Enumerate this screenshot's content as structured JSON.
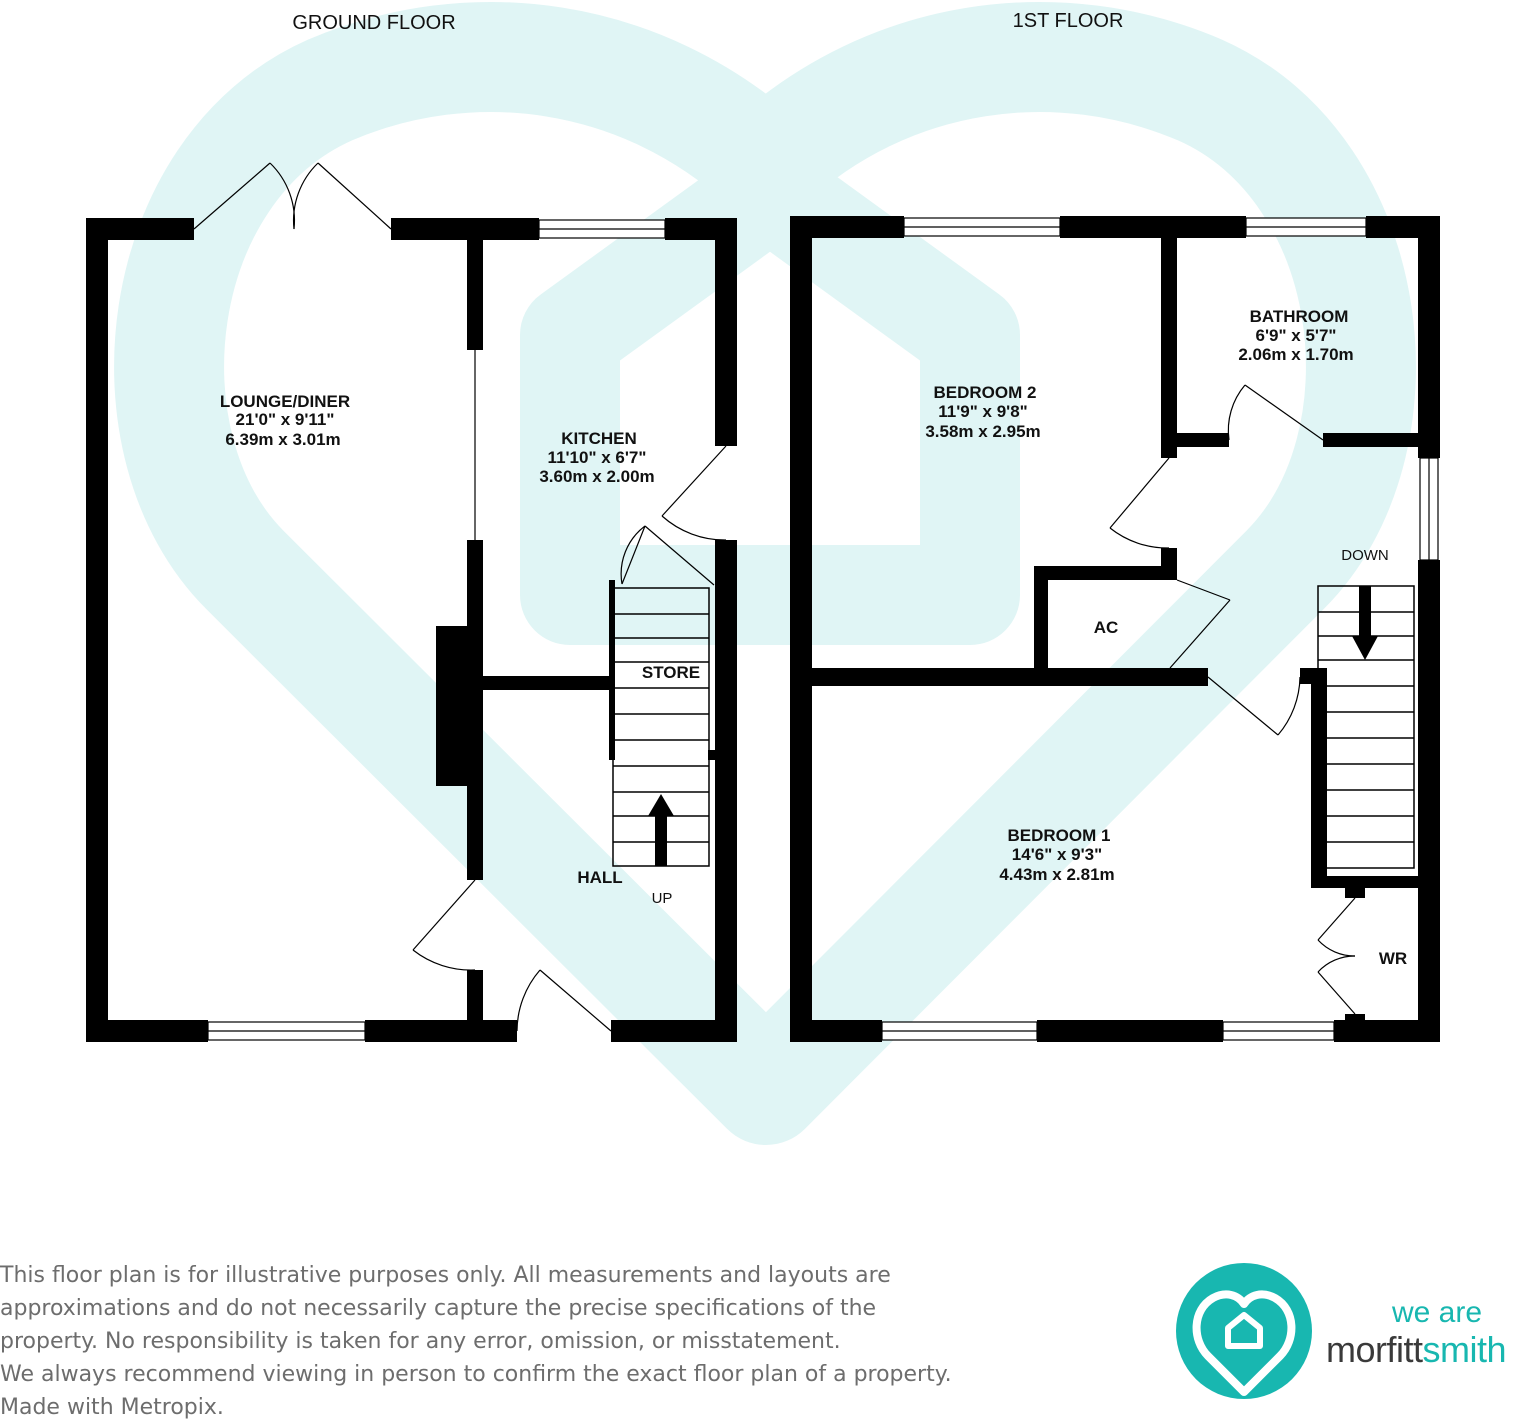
{
  "floors": [
    {
      "title": "GROUND FLOOR",
      "rooms": [
        {
          "name": "LOUNGE/DINER",
          "dim_imperial": "21'0\"  x 9'11\"",
          "dim_metric": "6.39m  x 3.01m"
        },
        {
          "name": "KITCHEN",
          "dim_imperial": "11'10\"  x 6'7\"",
          "dim_metric": "3.60m  x 2.00m"
        },
        {
          "name": "STORE"
        },
        {
          "name": "HALL"
        }
      ],
      "stairs_label": "UP"
    },
    {
      "title": "1ST FLOOR",
      "rooms": [
        {
          "name": "BEDROOM 2",
          "dim_imperial": "11'9\"  x 9'8\"",
          "dim_metric": "3.58m  x 2.95m"
        },
        {
          "name": "BATHROOM",
          "dim_imperial": "6'9\"  x 5'7\"",
          "dim_metric": "2.06m  x 1.70m"
        },
        {
          "name": "AC"
        },
        {
          "name": "BEDROOM 1",
          "dim_imperial": "14'6\"  x 9'3\"",
          "dim_metric": "4.43m  x 2.81m"
        },
        {
          "name": "WR"
        }
      ],
      "stairs_label": "DOWN"
    }
  ],
  "disclaimer": [
    "This floor plan is for illustrative purposes only. All measurements and layouts are",
    "approximations and do not necessarily capture the precise specifications of the",
    "property. No responsibility is taken for any error, omission, or misstatement.",
    "We always recommend viewing in person to confirm the exact floor plan of a property.",
    "Made with Metropix."
  ],
  "brand": {
    "line1": "we are",
    "line2_part1": "morfitt",
    "line2_part2": "smith",
    "logo_icon": "heart-house-icon"
  },
  "colors": {
    "wall": "#000000",
    "watermark": "#e0f5f5",
    "brand_teal": "#18b7b0",
    "brand_dark": "#3a3a3a",
    "text": "#111111",
    "disclaimer": "#6d6d6d"
  }
}
